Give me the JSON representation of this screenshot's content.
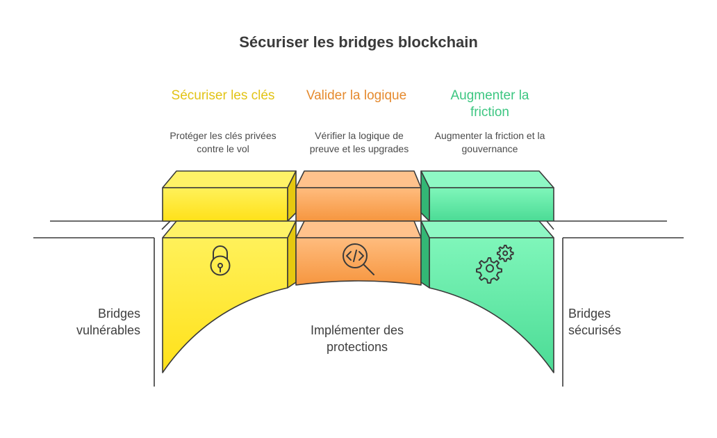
{
  "title": "Sécuriser les bridges blockchain",
  "left_label": "Bridges vulnérables",
  "right_label": "Bridges sécurisés",
  "center_label": "Implémenter des protections",
  "columns": [
    {
      "title": "Sécuriser les clés",
      "description": "Protéger les clés privées contre le vol",
      "icon": "lock-icon",
      "color": "#F2D31B"
    },
    {
      "title": "Valider la logique",
      "description": "Vérifier la logique de preuve et les upgrades",
      "icon": "code-search-icon",
      "color": "#E8892E"
    },
    {
      "title": "Augmenter la friction",
      "description": "Augmenter la friction et la gouvernance",
      "icon": "gears-icon",
      "color": "#3FCB84"
    }
  ]
}
